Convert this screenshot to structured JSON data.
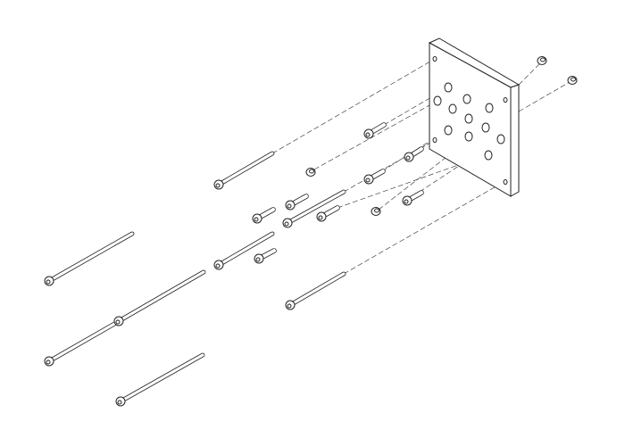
{
  "drawing": {
    "line_color": "#222222",
    "background": "#ffffff",
    "parts": [
      "mounting-plate",
      "long-screws",
      "short-screws",
      "nuts"
    ]
  }
}
